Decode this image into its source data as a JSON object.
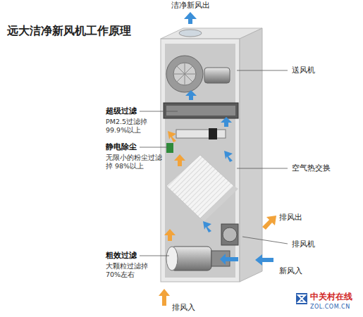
{
  "diagram": {
    "title": "远大洁净新风机工作原理",
    "labels": [
      "洁净新风出",
      "送风机",
      "超级过滤",
      "PM2.5过滤掉 99.9%以上",
      "静电除尘",
      "无限小的粉尘过滤掉 98%以上",
      "空气热交换",
      "排风出",
      "排风机",
      "粗效过滤",
      "大颗粒过滤掉 70%左右",
      "新风入",
      "排风入",
      "中关村在线",
      "ZOL.COM.CN"
    ]
  }
}
